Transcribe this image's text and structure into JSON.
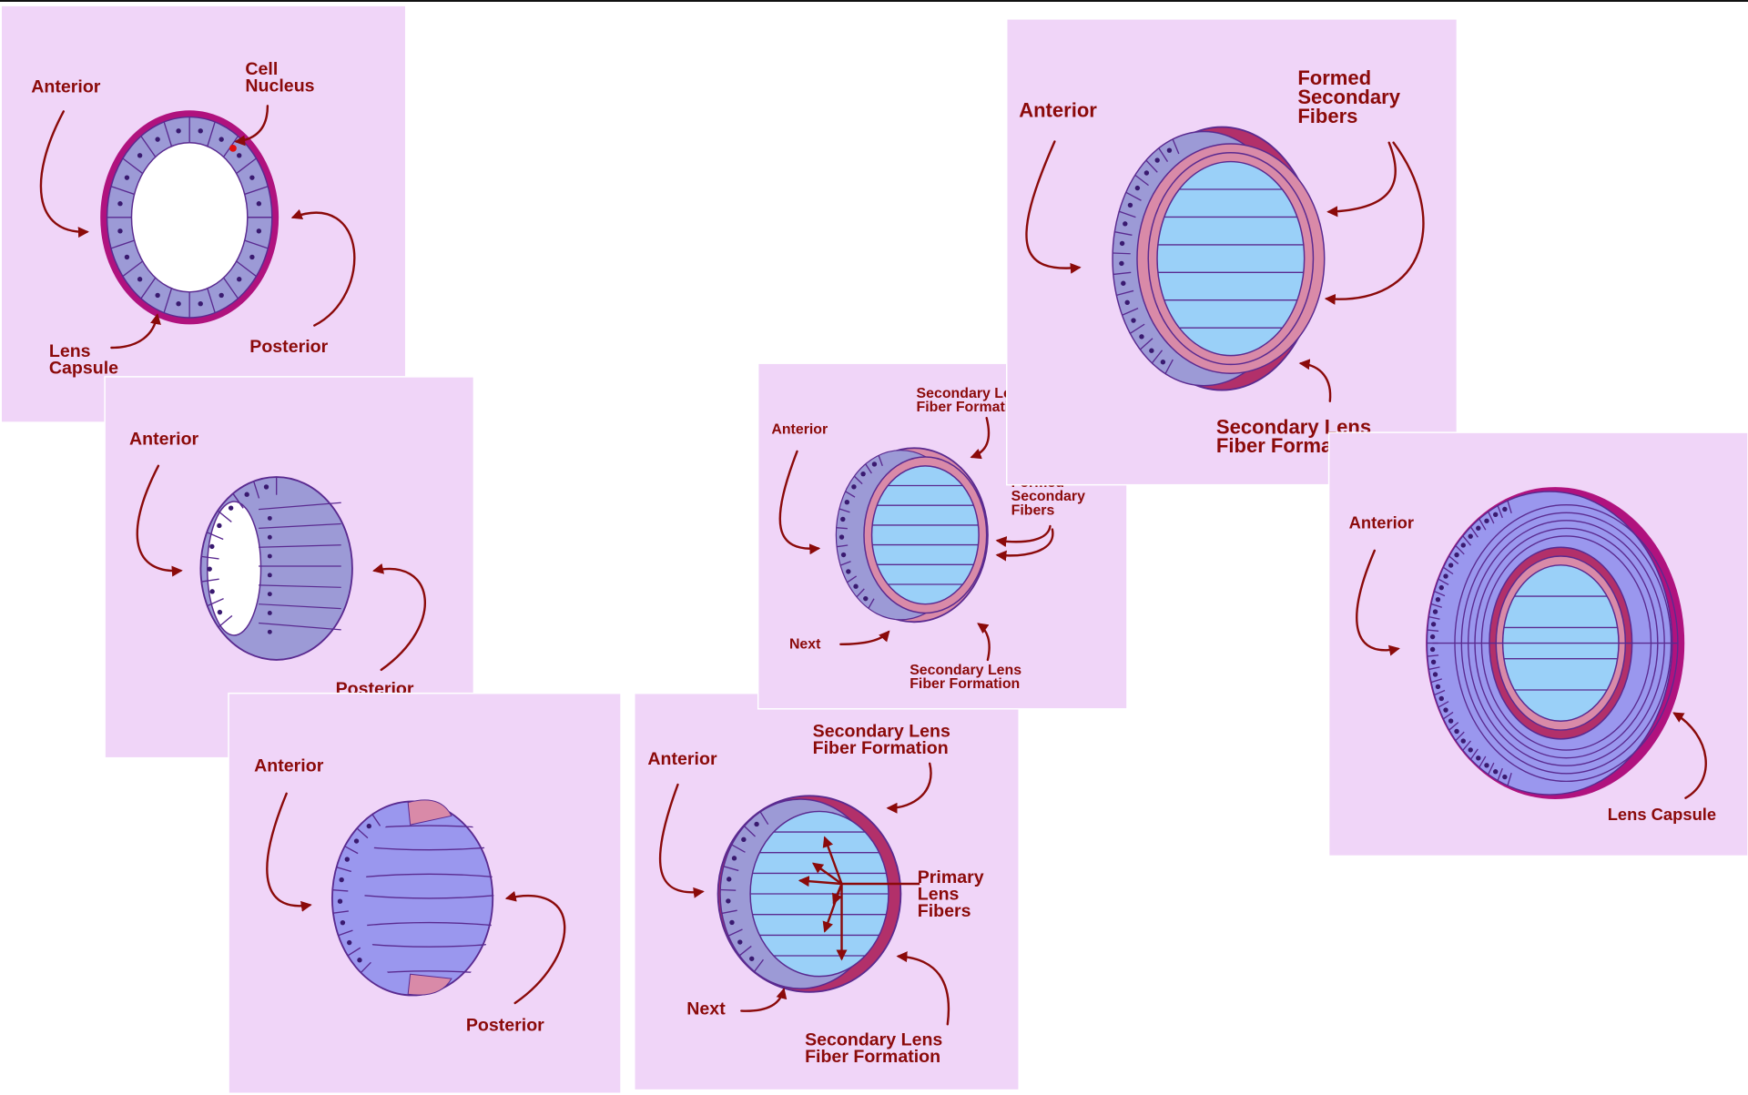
{
  "colors": {
    "panel_bg": "#f0d5f8",
    "panel_border": "#ffffff",
    "label": "#8b0a0a",
    "arrow": "#8b0a0a",
    "capsule": "#b0127e",
    "cell_fill": "#9c9ad6",
    "cell_stroke": "#5a2a90",
    "fiber_fill": "#9ad0f8",
    "primary_fiber_fill": "#9a97ee",
    "secondary_band": "#d98aa8",
    "secondary_dark": "#b2306a",
    "nucleus": "#3a1a70",
    "nucleus_red": "#e01010"
  },
  "panels": {
    "p1": {
      "anterior": "Anterior",
      "posterior": "Posterior",
      "nucleus": "Cell\nNucleus",
      "capsule": "Lens\nCapsule"
    },
    "p2": {
      "anterior": "Anterior",
      "posterior": "Posterior"
    },
    "p3": {
      "anterior": "Anterior",
      "posterior": "Posterior"
    },
    "p4": {
      "anterior": "Anterior",
      "sec_top": "Secondary Lens\nFiber Formation",
      "primary": "Primary\nLens\nFibers",
      "sec_bottom": "Secondary Lens\nFiber Formation",
      "next": "Next"
    },
    "p5": {
      "anterior": "Anterior",
      "sec_top": "Secondary Lens\nFiber Formation",
      "formed": "Formed\nSecondary\nFibers",
      "sec_bottom": "Secondary Lens\nFiber Formation",
      "next": "Next"
    },
    "p6": {
      "anterior": "Anterior",
      "formed": "Formed\nSecondary\nFibers",
      "sec_bottom": "Secondary Lens\nFiber Formation"
    },
    "p7": {
      "anterior": "Anterior",
      "capsule": "Lens Capsule"
    }
  }
}
